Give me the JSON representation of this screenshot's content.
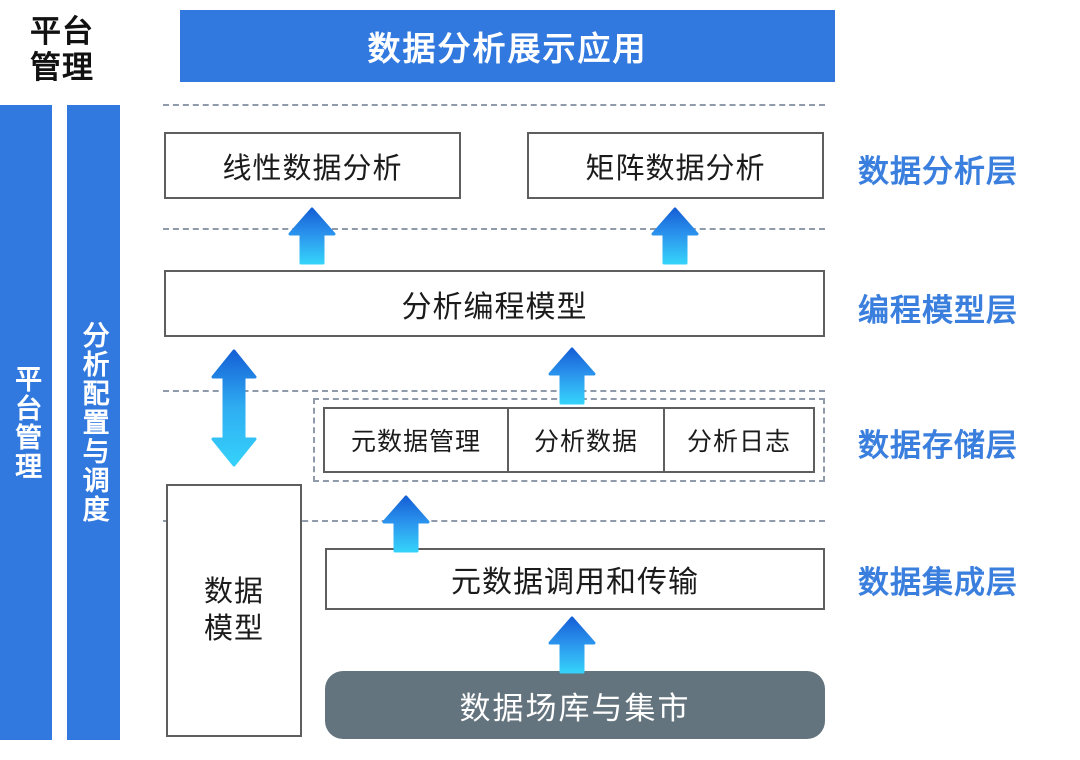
{
  "corner": {
    "line1": "平台",
    "line2": "管理"
  },
  "banner": {
    "title": "数据分析展示应用"
  },
  "sidebars": [
    {
      "id": "platform-management",
      "label": "平台管理",
      "color": "#3179DE"
    },
    {
      "id": "analysis-config-scheduling",
      "label": "分析配置与调度",
      "color": "#3179DE"
    }
  ],
  "layers": [
    {
      "id": "analysis",
      "label": "数据分析层"
    },
    {
      "id": "programming-model",
      "label": "编程模型层"
    },
    {
      "id": "storage",
      "label": "数据存储层"
    },
    {
      "id": "integration",
      "label": "数据集成层"
    }
  ],
  "boxes": {
    "linear_analysis": "线性数据分析",
    "matrix_analysis": "矩阵数据分析",
    "programming_model": "分析编程模型",
    "data_model_line1": "数据",
    "data_model_line2": "模型",
    "metadata_transfer": "元数据调用和传输",
    "data_warehouse": "数据场库与集市"
  },
  "storage_cells": [
    "元数据管理",
    "分析数据",
    "分析日志"
  ],
  "colors": {
    "brand_blue": "#3179DE",
    "layer_label_blue": "#3A7FDE",
    "arrow_gradient_top": "#1565D8",
    "arrow_gradient_bottom": "#35D1FA",
    "source_gray": "#64747E",
    "box_border": "#5E5E5E",
    "dash_gray": "#8F9BAB"
  },
  "icons": {
    "arrow_up": "arrow-up-icon",
    "arrow_bidirectional": "arrow-up-down-icon"
  }
}
